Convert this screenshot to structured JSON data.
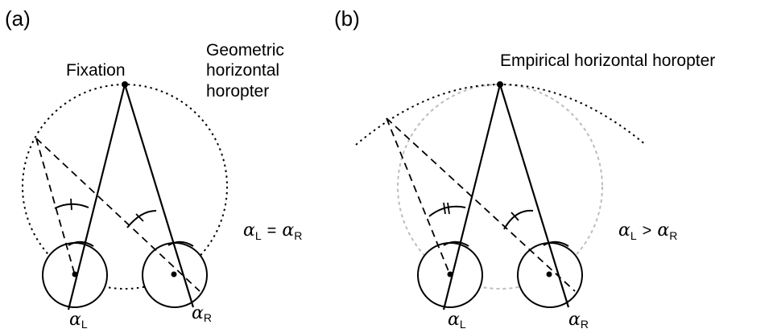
{
  "panel_a": {
    "tag": "(a)",
    "fixation_label": "Fixation",
    "horopter_label": [
      "Geometric",
      "horizontal",
      "horopter"
    ],
    "equation": {
      "lhs_symbol": "α",
      "lhs_sub": "L",
      "op": "=",
      "rhs_symbol": "α",
      "rhs_sub": "R"
    },
    "left_eye_label": {
      "symbol": "α",
      "sub": "L"
    },
    "right_eye_label": {
      "symbol": "α",
      "sub": "R"
    }
  },
  "panel_b": {
    "tag": "(b)",
    "horopter_label": "Empirical horizontal horopter",
    "equation": {
      "lhs_symbol": "α",
      "lhs_sub": "L",
      "op": ">",
      "rhs_symbol": "α",
      "rhs_sub": "R"
    },
    "left_eye_label": {
      "symbol": "α",
      "sub": "L"
    },
    "right_eye_label": {
      "symbol": "α",
      "sub": "R"
    }
  },
  "colors": {
    "ink": "#000000",
    "geometric_circle_faded": "#bdbdbd"
  }
}
